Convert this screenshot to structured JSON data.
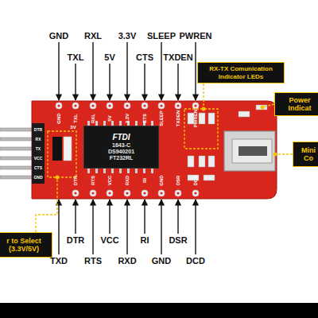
{
  "diagram": {
    "nodes": [
      {
        "text": [
          "FTDI",
          "1643-C",
          "DS940201",
          "FT232RL"
        ]
      },
      {
        "text": [
          "RX-TX Comunication Indicator LEDs"
        ]
      },
      {
        "text": [
          "Power Indicat"
        ]
      },
      {
        "text": [
          "Mini Co"
        ]
      },
      {
        "text": [
          "r to Select (3.3V/5V)"
        ]
      }
    ],
    "labels": [
      "GND",
      "TXL",
      "RXL",
      "5V",
      "3.3V",
      "CTS",
      "SLEEP",
      "TXDEN",
      "PWREN",
      "TXD",
      "DTR",
      "RTS",
      "VCC",
      "RXD",
      "RI",
      "GND",
      "DSR",
      "DCD",
      "GND",
      "TXL",
      "RXL",
      "5V",
      "3.3V",
      "CTS",
      "SLEEP",
      "TXDEN",
      "PWREN",
      "DTR",
      "RTS",
      "VCC",
      "RXD",
      "RI",
      "GND",
      "DSR",
      "DCD",
      "3V",
      "DTR",
      "RX",
      "TX",
      "VCC",
      "CTS",
      "GND"
    ]
  }
}
